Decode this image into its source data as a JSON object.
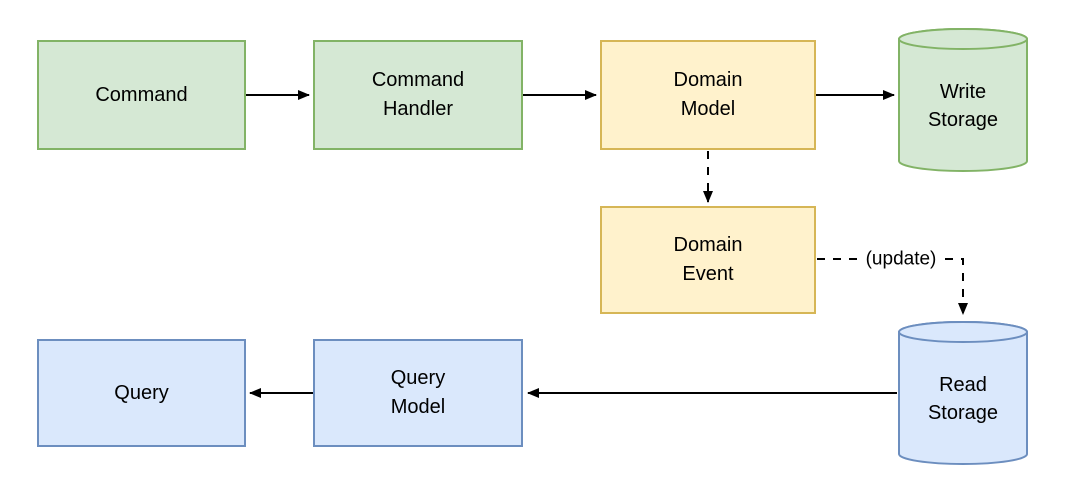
{
  "diagram": {
    "type": "flowchart",
    "nodes": {
      "command": {
        "label": "Command",
        "shape": "rectangle",
        "palette": "green"
      },
      "command_handler": {
        "label": "Command\nHandler",
        "shape": "rectangle",
        "palette": "green"
      },
      "domain_model": {
        "label": "Domain\nModel",
        "shape": "rectangle",
        "palette": "yellow"
      },
      "write_storage": {
        "label": "Write\nStorage",
        "shape": "cylinder",
        "palette": "green"
      },
      "domain_event": {
        "label": "Domain\nEvent",
        "shape": "rectangle",
        "palette": "yellow"
      },
      "query": {
        "label": "Query",
        "shape": "rectangle",
        "palette": "blue"
      },
      "query_model": {
        "label": "Query\nModel",
        "shape": "rectangle",
        "palette": "blue"
      },
      "read_storage": {
        "label": "Read\nStorage",
        "shape": "cylinder",
        "palette": "blue"
      }
    },
    "edges": [
      {
        "from": "command",
        "to": "command_handler",
        "style": "solid",
        "label": ""
      },
      {
        "from": "command_handler",
        "to": "domain_model",
        "style": "solid",
        "label": ""
      },
      {
        "from": "domain_model",
        "to": "write_storage",
        "style": "solid",
        "label": ""
      },
      {
        "from": "domain_model",
        "to": "domain_event",
        "style": "dashed",
        "label": ""
      },
      {
        "from": "domain_event",
        "to": "read_storage",
        "style": "dashed",
        "label": "(update)"
      },
      {
        "from": "read_storage",
        "to": "query_model",
        "style": "solid",
        "label": ""
      },
      {
        "from": "query_model",
        "to": "query",
        "style": "solid",
        "label": ""
      }
    ],
    "colors": {
      "background": "#ffffff",
      "green_fill": "#d5e8d4",
      "green_stroke": "#82b366",
      "yellow_fill": "#fff2cc",
      "yellow_stroke": "#d6b656",
      "blue_fill": "#dae8fc",
      "blue_stroke": "#6c8ebf",
      "arrow": "#000000",
      "text": "#000000"
    }
  }
}
